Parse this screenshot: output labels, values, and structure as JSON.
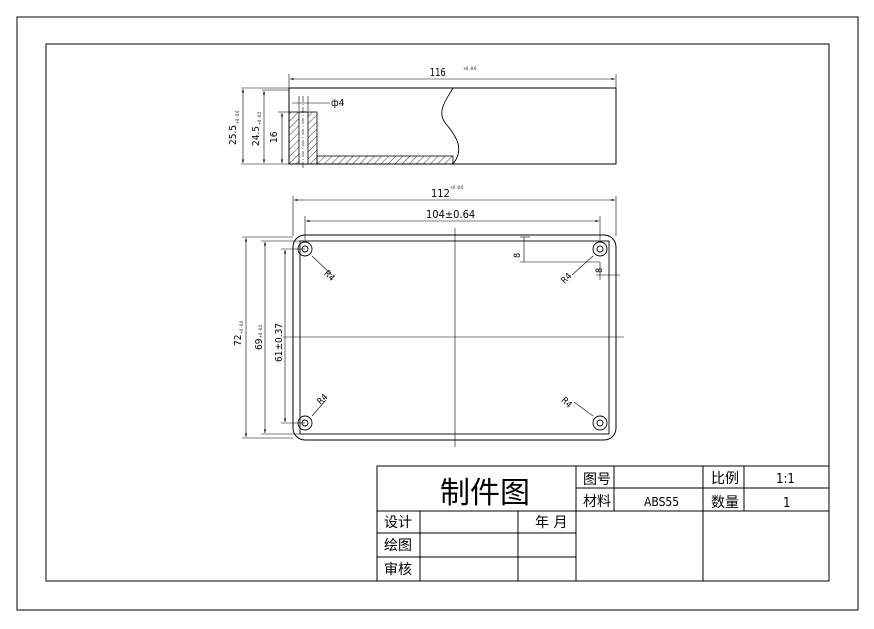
{
  "top_view": {
    "overall_length": "116",
    "overall_length_tol": "+0 -0.6",
    "hole_dia": "ф4",
    "height": "25.5",
    "height_tol": "+0 -0.6",
    "inner_height": "24.5",
    "inner_height_tol": "+0 -0.5",
    "wall_height": "16"
  },
  "plan_view": {
    "outer_length": "112",
    "outer_length_tol": "+0 -0.6",
    "hole_spacing_x": "104±0.64",
    "outer_width": "72",
    "outer_width_tol": "+0 -0.6",
    "inner_width": "69",
    "inner_width_tol": "+0 -0.5",
    "hole_spacing_y": "61±0.37",
    "corner_radius": "R4",
    "hole_offset": "8"
  },
  "title_block": {
    "title": "制件图",
    "drawing_no_label": "图号",
    "drawing_no": "",
    "scale_label": "比例",
    "scale": "1:1",
    "material_label": "材料",
    "material": "ABS55",
    "quantity_label": "数量",
    "quantity": "1",
    "design_label": "设计",
    "drawing_label": "绘图",
    "review_label": "审核",
    "date_label": "年 月"
  }
}
